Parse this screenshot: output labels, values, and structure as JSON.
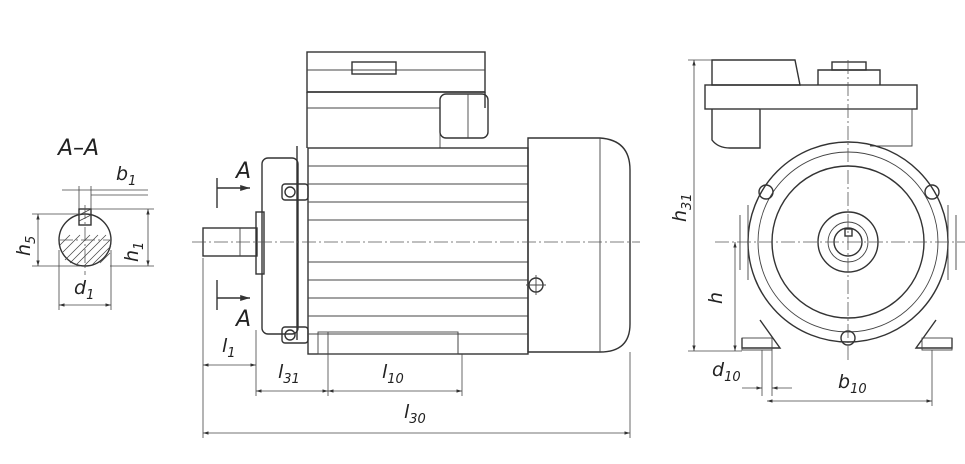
{
  "section_label": "A–A",
  "labels": {
    "b1": "b",
    "b1_sub": "1",
    "h5": "h",
    "h5_sub": "5",
    "h1": "h",
    "h1_sub": "1",
    "d1": "d",
    "d1_sub": "1",
    "a_top": "A",
    "a_bottom": "A",
    "l1": "l",
    "l1_sub": "1",
    "l31": "l",
    "l31_sub": "31",
    "l10": "l",
    "l10_sub": "10",
    "l30": "l",
    "l30_sub": "30",
    "h31": "h",
    "h31_sub": "31",
    "h": "h",
    "d10": "d",
    "d10_sub": "10",
    "b10": "b",
    "b10_sub": "10"
  }
}
